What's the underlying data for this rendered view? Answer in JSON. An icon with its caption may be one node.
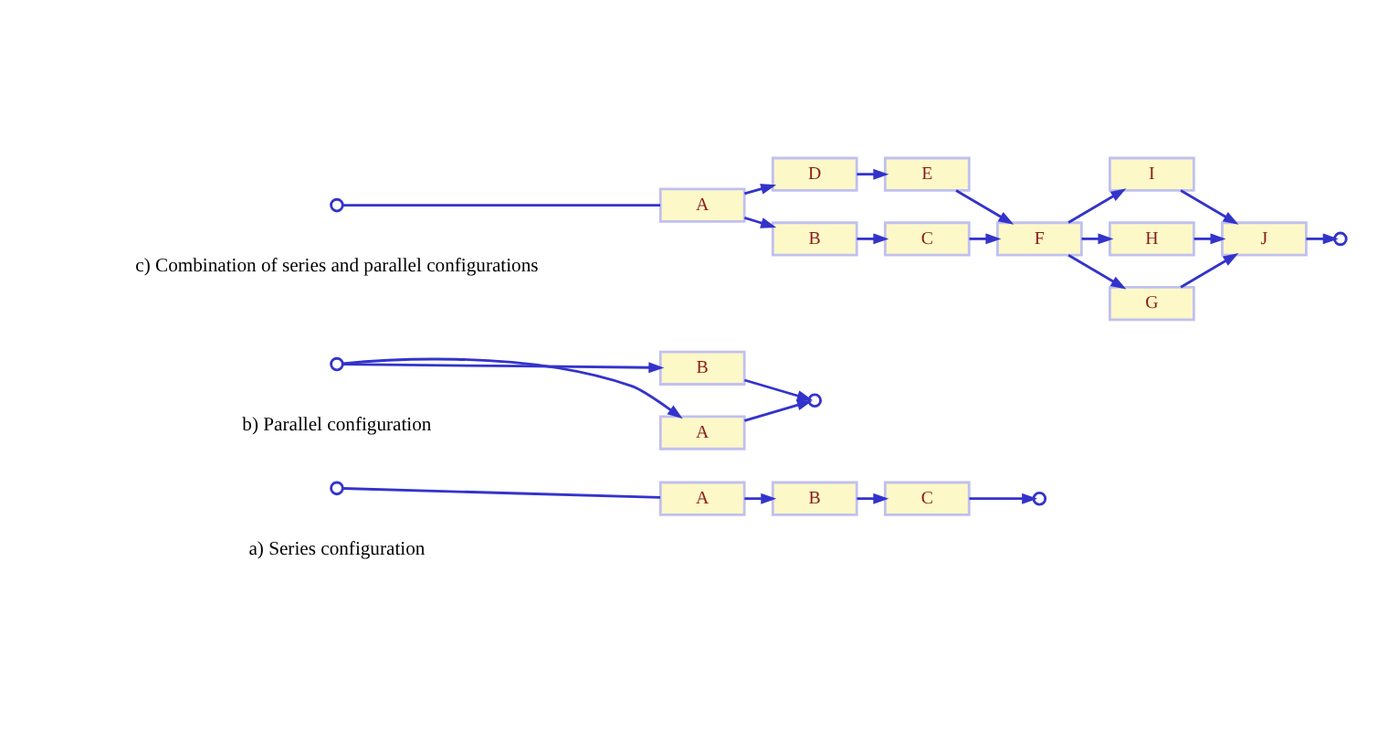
{
  "diagram": {
    "nodes": [
      {
        "text": [],
        "shape": "circle"
      },
      {
        "text": [
          "A"
        ]
      },
      {
        "text": [
          "B"
        ]
      },
      {
        "text": [
          "C"
        ]
      },
      {
        "text": [],
        "shape": "circle"
      },
      {
        "text": [],
        "shape": "circle"
      },
      {
        "text": [
          "A"
        ]
      },
      {
        "text": [
          "B"
        ]
      },
      {
        "text": [],
        "shape": "circle"
      },
      {
        "text": [],
        "shape": "circle"
      },
      {
        "text": [
          "A"
        ]
      },
      {
        "text": [
          "B"
        ]
      },
      {
        "text": [
          "C"
        ]
      },
      {
        "text": [
          "D"
        ]
      },
      {
        "text": [
          "E"
        ]
      },
      {
        "text": [
          "F"
        ]
      },
      {
        "text": [
          "G"
        ]
      },
      {
        "text": [
          "H"
        ]
      },
      {
        "text": [
          "I"
        ]
      },
      {
        "text": [
          "J"
        ]
      },
      {
        "text": [],
        "shape": "circle"
      }
    ],
    "edges": [
      {
        "from": 0,
        "to": 1,
        "arrow": "none"
      },
      {
        "from": 1,
        "to": 2,
        "arrow": "to"
      },
      {
        "from": 2,
        "to": 3,
        "arrow": "to"
      },
      {
        "from": 3,
        "to": 4,
        "arrow": "to"
      },
      {
        "from": 5,
        "to": 6,
        "arrow": "to"
      },
      {
        "from": 5,
        "to": 7,
        "arrow": "to"
      },
      {
        "from": 6,
        "to": 8,
        "arrow": "to"
      },
      {
        "from": 7,
        "to": 8,
        "arrow": "to"
      },
      {
        "from": 9,
        "to": 10,
        "arrow": "none"
      },
      {
        "from": 10,
        "to": 11,
        "arrow": "to"
      },
      {
        "from": 10,
        "to": 13,
        "arrow": "to"
      },
      {
        "from": 11,
        "to": 12,
        "arrow": "to"
      },
      {
        "from": 13,
        "to": 14,
        "arrow": "to"
      },
      {
        "from": 12,
        "to": 15,
        "arrow": "to"
      },
      {
        "from": 14,
        "to": 15,
        "arrow": "to"
      },
      {
        "from": 15,
        "to": 16,
        "arrow": "to"
      },
      {
        "from": 15,
        "to": 17,
        "arrow": "to"
      },
      {
        "from": 15,
        "to": 18,
        "arrow": "to"
      },
      {
        "from": 16,
        "to": 19,
        "arrow": "to"
      },
      {
        "from": 17,
        "to": 19,
        "arrow": "to"
      },
      {
        "from": 18,
        "to": 19,
        "arrow": "to"
      },
      {
        "from": 19,
        "to": 20,
        "arrow": "to"
      }
    ],
    "labels": [
      "a) Series configuration",
      "b) Parallel configuration",
      "c) Combination of series and parallel configurations"
    ]
  }
}
